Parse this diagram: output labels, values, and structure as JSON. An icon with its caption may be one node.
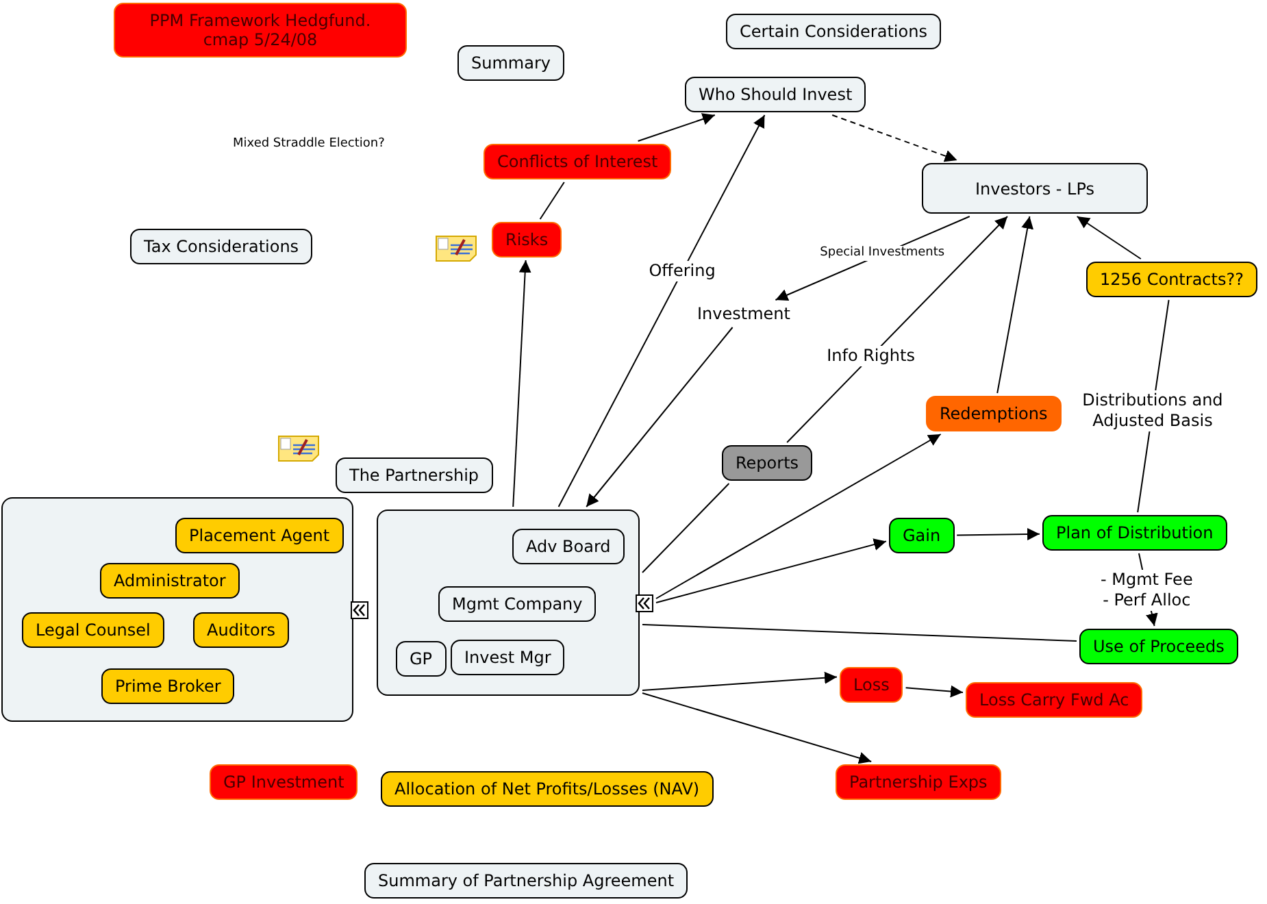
{
  "diagram": {
    "nodes": [
      {
        "text": [
          "PPM Framework Hedgfund. cmap 5/24/08"
        ]
      },
      {
        "text": [
          "Summary"
        ]
      },
      {
        "text": [
          "Certain Considerations"
        ]
      },
      {
        "text": [
          "Who Should Invest"
        ]
      },
      {
        "text": [
          "Conflicts of Interest"
        ]
      },
      {
        "text": [
          "Tax Considerations"
        ]
      },
      {
        "text": [
          "Risks"
        ]
      },
      {
        "text": [
          "Investors - LPs"
        ]
      },
      {
        "text": [
          "1256 Contracts??"
        ]
      },
      {
        "text": [
          "Redemptions"
        ]
      },
      {
        "text": [
          "The Partnership"
        ]
      },
      {
        "text": [
          "Reports"
        ]
      },
      {
        "text": [],
        "shape": "box"
      },
      {
        "text": [
          "Placement Agent"
        ],
        "in": 12
      },
      {
        "text": [
          "Administrator"
        ],
        "in": 12
      },
      {
        "text": [
          "Legal Counsel"
        ],
        "in": 12
      },
      {
        "text": [
          "Auditors"
        ],
        "in": 12
      },
      {
        "text": [
          "Prime Broker"
        ],
        "in": 12
      },
      {
        "text": [],
        "shape": "box"
      },
      {
        "text": [
          "Adv Board"
        ],
        "in": 18
      },
      {
        "text": [
          "Mgmt Company"
        ],
        "in": 18
      },
      {
        "text": [
          "GP"
        ],
        "in": 18
      },
      {
        "text": [
          "Invest Mgr"
        ],
        "in": 18
      },
      {
        "text": [
          "Gain"
        ]
      },
      {
        "text": [
          "Plan of Distribution"
        ]
      },
      {
        "text": [
          "Use of Proceeds"
        ]
      },
      {
        "text": [
          "Loss"
        ]
      },
      {
        "text": [
          "Loss Carry Fwd Ac"
        ]
      },
      {
        "text": [
          "GP Investment"
        ]
      },
      {
        "text": [
          "Allocation of Net Profits/Losses (NAV)"
        ]
      },
      {
        "text": [
          "Partnership Exps"
        ]
      },
      {
        "text": [
          "Summary of Partnership Agreement"
        ]
      },
      {
        "text": [
          "Investment"
        ]
      }
    ],
    "edges": [
      {
        "from": 6,
        "to": 4,
        "arrow": "none"
      },
      {
        "from": 4,
        "to": 3,
        "arrow": "to"
      },
      {
        "from": 18,
        "to": 6,
        "arrow": "to"
      },
      {
        "from": 18,
        "to": 3,
        "arrow": "to",
        "label": "Offering"
      },
      {
        "from": 3,
        "to": 7,
        "arrow": "to",
        "style": "dashed"
      },
      {
        "from": 7,
        "to": 32,
        "arrow": "to",
        "label": "Special Investments"
      },
      {
        "from": 32,
        "to": 18,
        "arrow": "to"
      },
      {
        "from": 18,
        "to": 11,
        "arrow": "none"
      },
      {
        "from": 11,
        "to": 7,
        "arrow": "to",
        "label": "Info Rights"
      },
      {
        "from": 18,
        "to": 9,
        "arrow": "to"
      },
      {
        "from": 9,
        "to": 7,
        "arrow": "to"
      },
      {
        "from": 18,
        "to": 23,
        "arrow": "to"
      },
      {
        "from": 23,
        "to": 24,
        "arrow": "to"
      },
      {
        "from": 24,
        "to": 8,
        "arrow": "none",
        "label": "Distributions and Adjusted Basis"
      },
      {
        "from": 8,
        "to": 7,
        "arrow": "to"
      },
      {
        "from": 24,
        "to": 25,
        "arrow": "to",
        "label": "- Mgmt Fee - Perf Alloc"
      },
      {
        "from": 25,
        "to": 18,
        "arrow": "none"
      },
      {
        "from": 18,
        "to": 26,
        "arrow": "to"
      },
      {
        "from": 26,
        "to": 27,
        "arrow": "to"
      },
      {
        "from": 18,
        "to": 30,
        "arrow": "to"
      }
    ],
    "labels": [
      "Mixed Straddle Election?"
    ]
  }
}
